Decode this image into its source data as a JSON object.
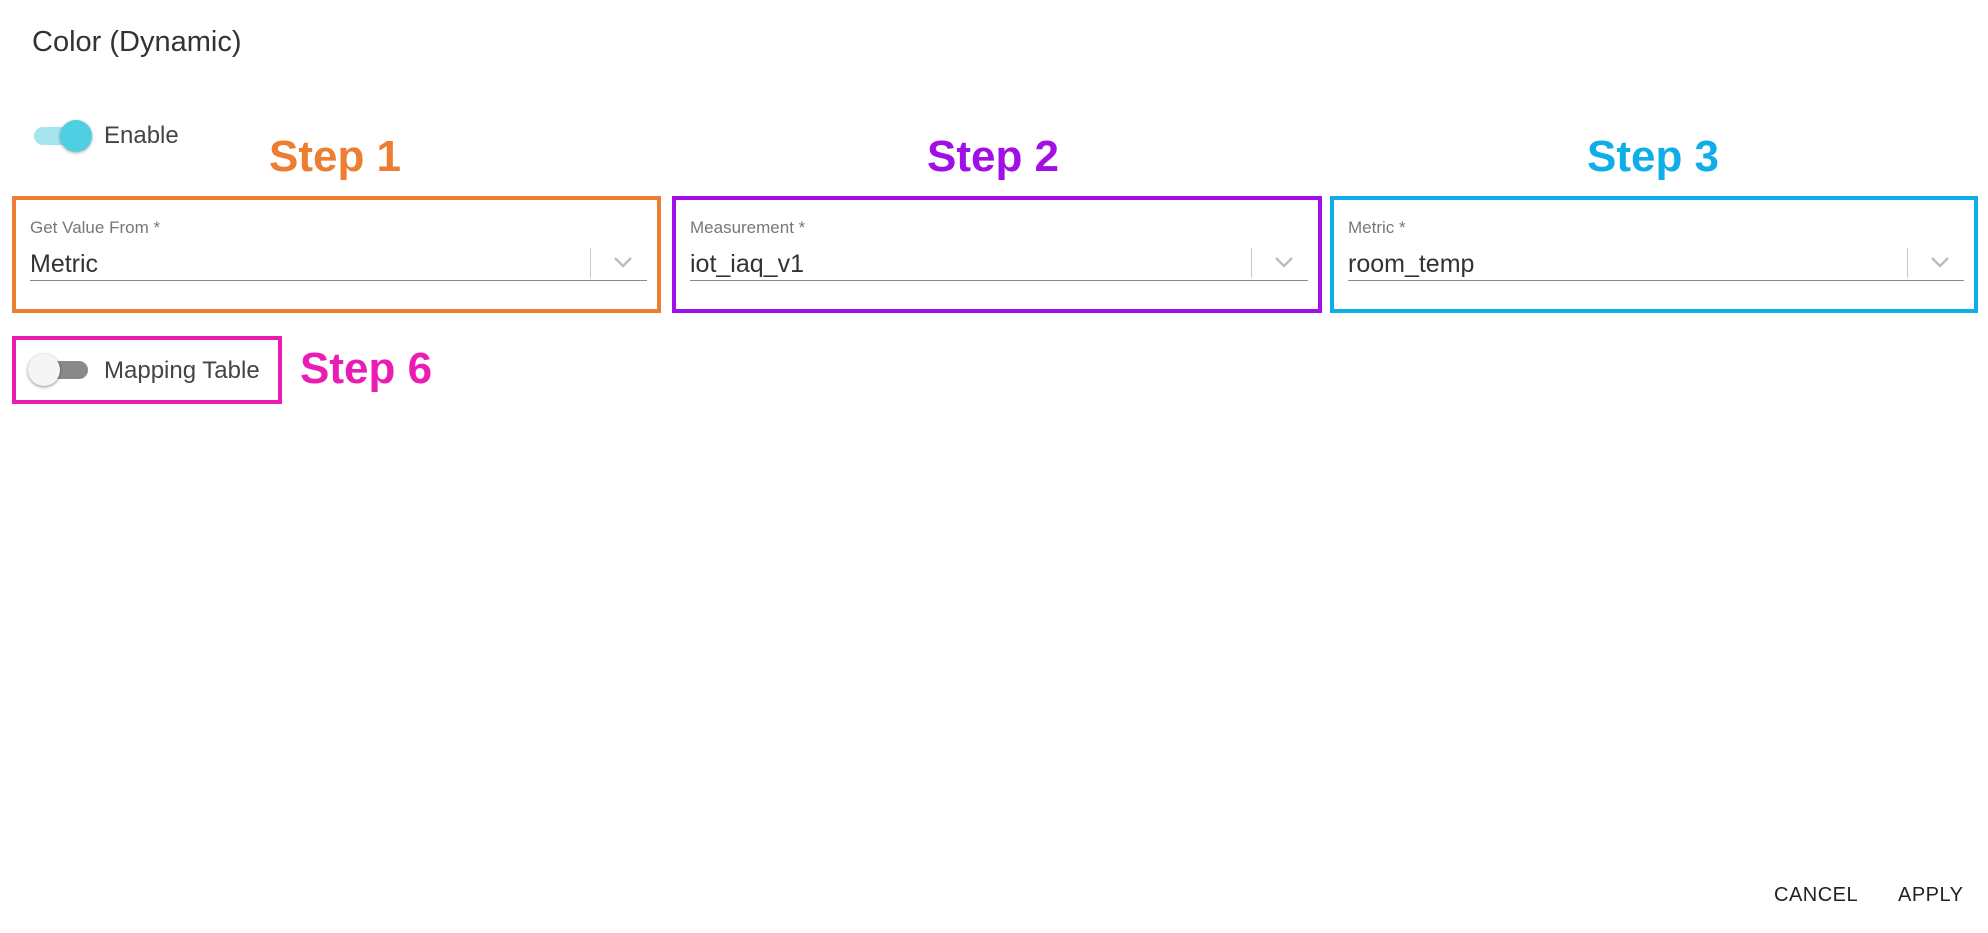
{
  "dialog": {
    "title": "Color (Dynamic)"
  },
  "enable_toggle": {
    "label": "Enable",
    "checked": true
  },
  "steps": {
    "step1": {
      "label": "Step 1",
      "color": "#ed7d31"
    },
    "step2": {
      "label": "Step 2",
      "color": "#a10ee6"
    },
    "step3": {
      "label": "Step 3",
      "color": "#10aee8"
    },
    "step6": {
      "label": "Step 6",
      "color": "#ea1cb4"
    }
  },
  "fields": {
    "get_value_from": {
      "label": "Get Value From *",
      "value": "Metric"
    },
    "measurement": {
      "label": "Measurement *",
      "value": "iot_iaq_v1"
    },
    "metric": {
      "label": "Metric *",
      "value": "room_temp"
    }
  },
  "mapping_toggle": {
    "label": "Mapping Table",
    "checked": false
  },
  "actions": {
    "cancel_label": "CANCEL",
    "apply_label": "APPLY"
  },
  "icons": {
    "dropdown": "chevron-down-icon"
  },
  "colors": {
    "toggle_on_thumb": "#4fcfe1",
    "toggle_on_track": "#a6e4ee",
    "toggle_off_track": "#8a8a8a"
  }
}
